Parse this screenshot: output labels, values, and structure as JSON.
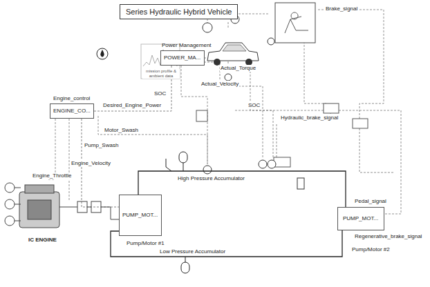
{
  "diagram": {
    "title": "Series Hydraulic Hybrid Vehicle",
    "nodes": [
      {
        "text": [
          "Power Management",
          "POWER_MA..."
        ]
      },
      {
        "text": [
          "Engine_control",
          "ENGINE_CO..."
        ]
      },
      {
        "text": [
          "PUMP_MOT...",
          "Pump/Motor #1"
        ]
      },
      {
        "text": [
          "PUMP_MOT...",
          "Pump/Motor #2"
        ]
      }
    ],
    "edges": [
      {
        "from": 0,
        "to": 1,
        "arrow": "none",
        "label": "Desired_Engine_Power"
      },
      {
        "from": 1,
        "to": 2,
        "arrow": "none",
        "label": "Pump_Swash"
      },
      {
        "from": 2,
        "to": 3,
        "arrow": "none"
      },
      {
        "from": 2,
        "to": 3,
        "arrow": "none"
      }
    ],
    "labels": [
      "mission profile & ambient data",
      "Actual_Torque",
      "Actual_Velocity",
      "SOC",
      "SOC",
      "Brake_signal",
      "Hydraulic_brake_signal",
      "Motor_Swash",
      "Engine_Velocity",
      "Engine_Throttle",
      "High Pressure Accumulator",
      "Low Pressure Accumulator",
      "IC ENGINE",
      "Pedal_signal",
      "Regenerative_brake_signal"
    ]
  }
}
